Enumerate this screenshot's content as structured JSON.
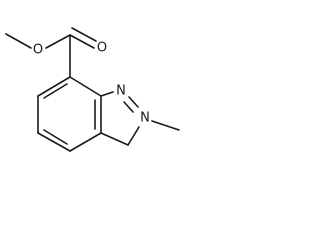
{
  "atoms": {
    "ester_oxygen": "O",
    "carbonyl_oxygen": "O",
    "n1": "N",
    "n2": "N"
  }
}
